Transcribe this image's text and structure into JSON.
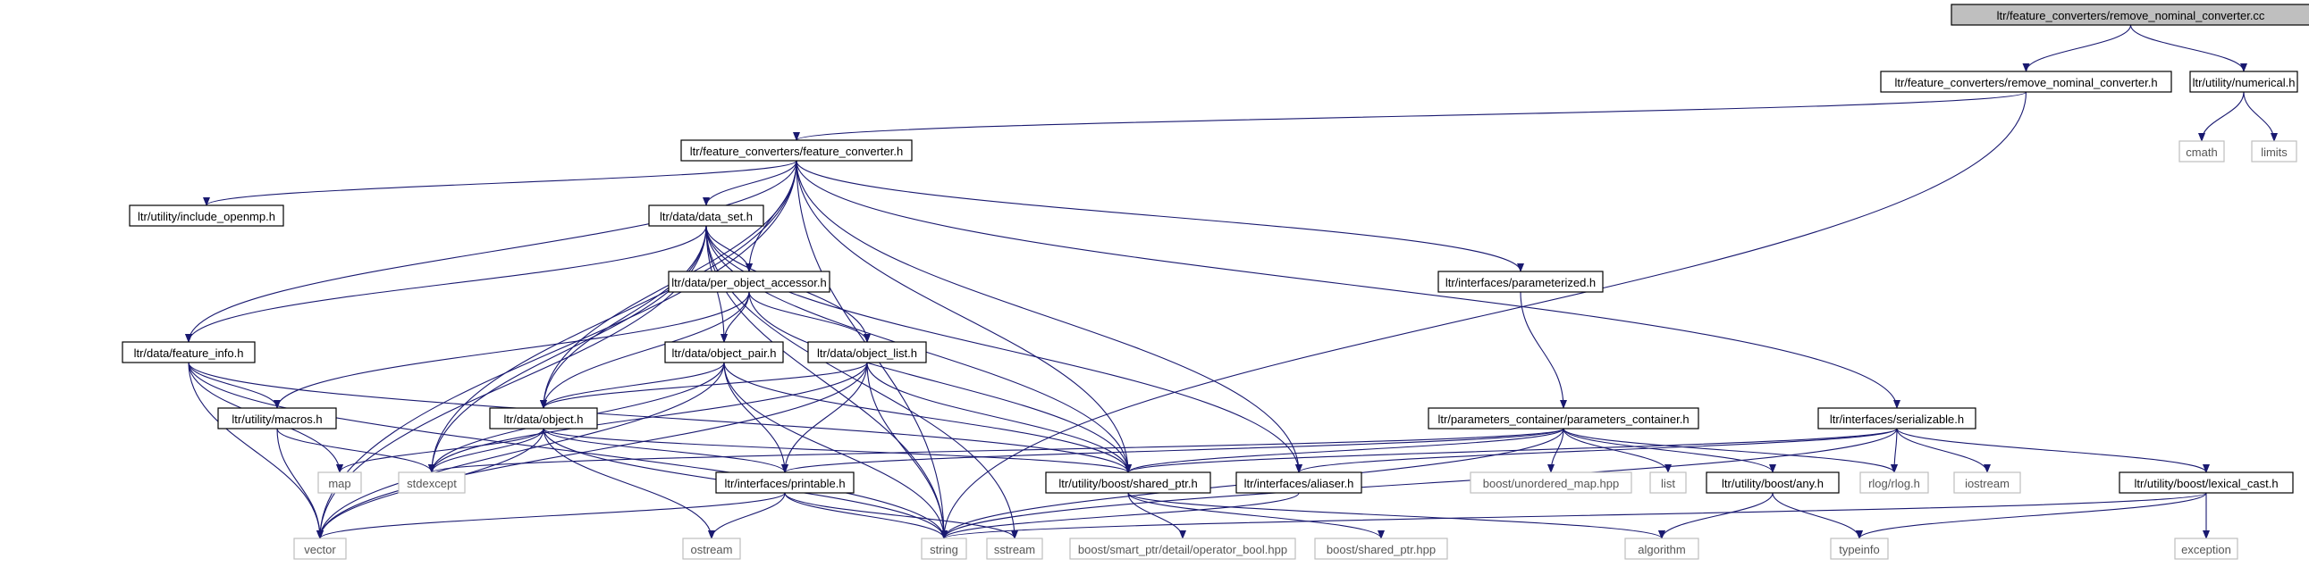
{
  "graph": {
    "nodes": [
      {
        "id": "root",
        "label": "ltr/feature_converters/remove_nominal_converter.cc",
        "kind": "root"
      },
      {
        "id": "rnc_h",
        "label": "ltr/feature_converters/remove_nominal_converter.h",
        "kind": "local"
      },
      {
        "id": "numerical_h",
        "label": "ltr/utility/numerical.h",
        "kind": "local"
      },
      {
        "id": "cmath",
        "label": "cmath",
        "kind": "system"
      },
      {
        "id": "limits",
        "label": "limits",
        "kind": "system"
      },
      {
        "id": "feature_converter_h",
        "label": "ltr/feature_converters/feature_converter.h",
        "kind": "local"
      },
      {
        "id": "include_openmp_h",
        "label": "ltr/utility/include_openmp.h",
        "kind": "local"
      },
      {
        "id": "data_set_h",
        "label": "ltr/data/data_set.h",
        "kind": "local"
      },
      {
        "id": "parameterized_h",
        "label": "ltr/interfaces/parameterized.h",
        "kind": "local"
      },
      {
        "id": "per_object_accessor_h",
        "label": "ltr/data/per_object_accessor.h",
        "kind": "local"
      },
      {
        "id": "feature_info_h",
        "label": "ltr/data/feature_info.h",
        "kind": "local"
      },
      {
        "id": "object_pair_h",
        "label": "ltr/data/object_pair.h",
        "kind": "local"
      },
      {
        "id": "object_list_h",
        "label": "ltr/data/object_list.h",
        "kind": "local"
      },
      {
        "id": "macros_h",
        "label": "ltr/utility/macros.h",
        "kind": "local"
      },
      {
        "id": "object_h",
        "label": "ltr/data/object.h",
        "kind": "local"
      },
      {
        "id": "parameters_container_h",
        "label": "ltr/parameters_container/parameters_container.h",
        "kind": "local"
      },
      {
        "id": "serializable_h",
        "label": "ltr/interfaces/serializable.h",
        "kind": "local"
      },
      {
        "id": "map",
        "label": "map",
        "kind": "system"
      },
      {
        "id": "stdexcept",
        "label": "stdexcept",
        "kind": "system"
      },
      {
        "id": "printable_h",
        "label": "ltr/interfaces/printable.h",
        "kind": "local"
      },
      {
        "id": "shared_ptr_h",
        "label": "ltr/utility/boost/shared_ptr.h",
        "kind": "local"
      },
      {
        "id": "aliaser_h",
        "label": "ltr/interfaces/aliaser.h",
        "kind": "local"
      },
      {
        "id": "unordered_map_hpp",
        "label": "boost/unordered_map.hpp",
        "kind": "system"
      },
      {
        "id": "list",
        "label": "list",
        "kind": "system"
      },
      {
        "id": "any_h",
        "label": "ltr/utility/boost/any.h",
        "kind": "local"
      },
      {
        "id": "rlog_h",
        "label": "rlog/rlog.h",
        "kind": "system"
      },
      {
        "id": "iostream",
        "label": "iostream",
        "kind": "system"
      },
      {
        "id": "lexical_cast_h",
        "label": "ltr/utility/boost/lexical_cast.h",
        "kind": "local"
      },
      {
        "id": "vector",
        "label": "vector",
        "kind": "system"
      },
      {
        "id": "ostream",
        "label": "ostream",
        "kind": "system"
      },
      {
        "id": "string",
        "label": "string",
        "kind": "system"
      },
      {
        "id": "sstream",
        "label": "sstream",
        "kind": "system"
      },
      {
        "id": "operator_bool_hpp",
        "label": "boost/smart_ptr/detail/operator_bool.hpp",
        "kind": "system"
      },
      {
        "id": "boost_shared_ptr_hpp",
        "label": "boost/shared_ptr.hpp",
        "kind": "system"
      },
      {
        "id": "algorithm",
        "label": "algorithm",
        "kind": "system"
      },
      {
        "id": "typeinfo",
        "label": "typeinfo",
        "kind": "system"
      },
      {
        "id": "exception",
        "label": "exception",
        "kind": "system"
      }
    ],
    "edges": [
      [
        "root",
        "rnc_h"
      ],
      [
        "root",
        "numerical_h"
      ],
      [
        "numerical_h",
        "cmath"
      ],
      [
        "numerical_h",
        "limits"
      ],
      [
        "rnc_h",
        "feature_converter_h"
      ],
      [
        "rnc_h",
        "string"
      ],
      [
        "feature_converter_h",
        "include_openmp_h"
      ],
      [
        "feature_converter_h",
        "data_set_h"
      ],
      [
        "feature_converter_h",
        "feature_info_h"
      ],
      [
        "feature_converter_h",
        "per_object_accessor_h"
      ],
      [
        "feature_converter_h",
        "object_h"
      ],
      [
        "feature_converter_h",
        "parameterized_h"
      ],
      [
        "feature_converter_h",
        "serializable_h"
      ],
      [
        "feature_converter_h",
        "shared_ptr_h"
      ],
      [
        "feature_converter_h",
        "aliaser_h"
      ],
      [
        "feature_converter_h",
        "stdexcept"
      ],
      [
        "feature_converter_h",
        "vector"
      ],
      [
        "feature_converter_h",
        "string"
      ],
      [
        "data_set_h",
        "per_object_accessor_h"
      ],
      [
        "data_set_h",
        "feature_info_h"
      ],
      [
        "data_set_h",
        "object_pair_h"
      ],
      [
        "data_set_h",
        "object_list_h"
      ],
      [
        "data_set_h",
        "object_h"
      ],
      [
        "data_set_h",
        "shared_ptr_h"
      ],
      [
        "data_set_h",
        "aliaser_h"
      ],
      [
        "data_set_h",
        "stdexcept"
      ],
      [
        "data_set_h",
        "vector"
      ],
      [
        "data_set_h",
        "string"
      ],
      [
        "data_set_h",
        "sstream"
      ],
      [
        "per_object_accessor_h",
        "object_pair_h"
      ],
      [
        "per_object_accessor_h",
        "object_list_h"
      ],
      [
        "per_object_accessor_h",
        "object_h"
      ],
      [
        "per_object_accessor_h",
        "macros_h"
      ],
      [
        "per_object_accessor_h",
        "shared_ptr_h"
      ],
      [
        "feature_info_h",
        "macros_h"
      ],
      [
        "feature_info_h",
        "map"
      ],
      [
        "feature_info_h",
        "vector"
      ],
      [
        "feature_info_h",
        "string"
      ],
      [
        "feature_info_h",
        "shared_ptr_h"
      ],
      [
        "object_pair_h",
        "object_h"
      ],
      [
        "object_pair_h",
        "printable_h"
      ],
      [
        "object_pair_h",
        "shared_ptr_h"
      ],
      [
        "object_pair_h",
        "stdexcept"
      ],
      [
        "object_pair_h",
        "vector"
      ],
      [
        "object_pair_h",
        "string"
      ],
      [
        "object_list_h",
        "object_h"
      ],
      [
        "object_list_h",
        "printable_h"
      ],
      [
        "object_list_h",
        "shared_ptr_h"
      ],
      [
        "object_list_h",
        "stdexcept"
      ],
      [
        "object_list_h",
        "vector"
      ],
      [
        "object_list_h",
        "string"
      ],
      [
        "macros_h",
        "stdexcept"
      ],
      [
        "macros_h",
        "vector"
      ],
      [
        "object_h",
        "map"
      ],
      [
        "object_h",
        "stdexcept"
      ],
      [
        "object_h",
        "vector"
      ],
      [
        "object_h",
        "printable_h"
      ],
      [
        "object_h",
        "shared_ptr_h"
      ],
      [
        "object_h",
        "ostream"
      ],
      [
        "object_h",
        "string"
      ],
      [
        "parameterized_h",
        "parameters_container_h"
      ],
      [
        "parameters_container_h",
        "stdexcept"
      ],
      [
        "parameters_container_h",
        "printable_h"
      ],
      [
        "parameters_container_h",
        "shared_ptr_h"
      ],
      [
        "parameters_container_h",
        "unordered_map_hpp"
      ],
      [
        "parameters_container_h",
        "list"
      ],
      [
        "parameters_container_h",
        "any_h"
      ],
      [
        "parameters_container_h",
        "rlog_h"
      ],
      [
        "parameters_container_h",
        "string"
      ],
      [
        "serializable_h",
        "shared_ptr_h"
      ],
      [
        "serializable_h",
        "aliaser_h"
      ],
      [
        "serializable_h",
        "lexical_cast_h"
      ],
      [
        "serializable_h",
        "rlog_h"
      ],
      [
        "serializable_h",
        "iostream"
      ],
      [
        "serializable_h",
        "string"
      ],
      [
        "printable_h",
        "vector"
      ],
      [
        "printable_h",
        "ostream"
      ],
      [
        "printable_h",
        "string"
      ],
      [
        "printable_h",
        "sstream"
      ],
      [
        "shared_ptr_h",
        "operator_bool_hpp"
      ],
      [
        "shared_ptr_h",
        "boost_shared_ptr_hpp"
      ],
      [
        "shared_ptr_h",
        "algorithm"
      ],
      [
        "aliaser_h",
        "string"
      ],
      [
        "any_h",
        "algorithm"
      ],
      [
        "any_h",
        "typeinfo"
      ],
      [
        "lexical_cast_h",
        "string"
      ],
      [
        "lexical_cast_h",
        "typeinfo"
      ],
      [
        "lexical_cast_h",
        "exception"
      ]
    ]
  },
  "colors": {
    "edge": "#191970",
    "root_fill": "#bfbfbf",
    "local_border": "#000000",
    "system_border": "#bfbfbf",
    "system_text": "#555555"
  }
}
